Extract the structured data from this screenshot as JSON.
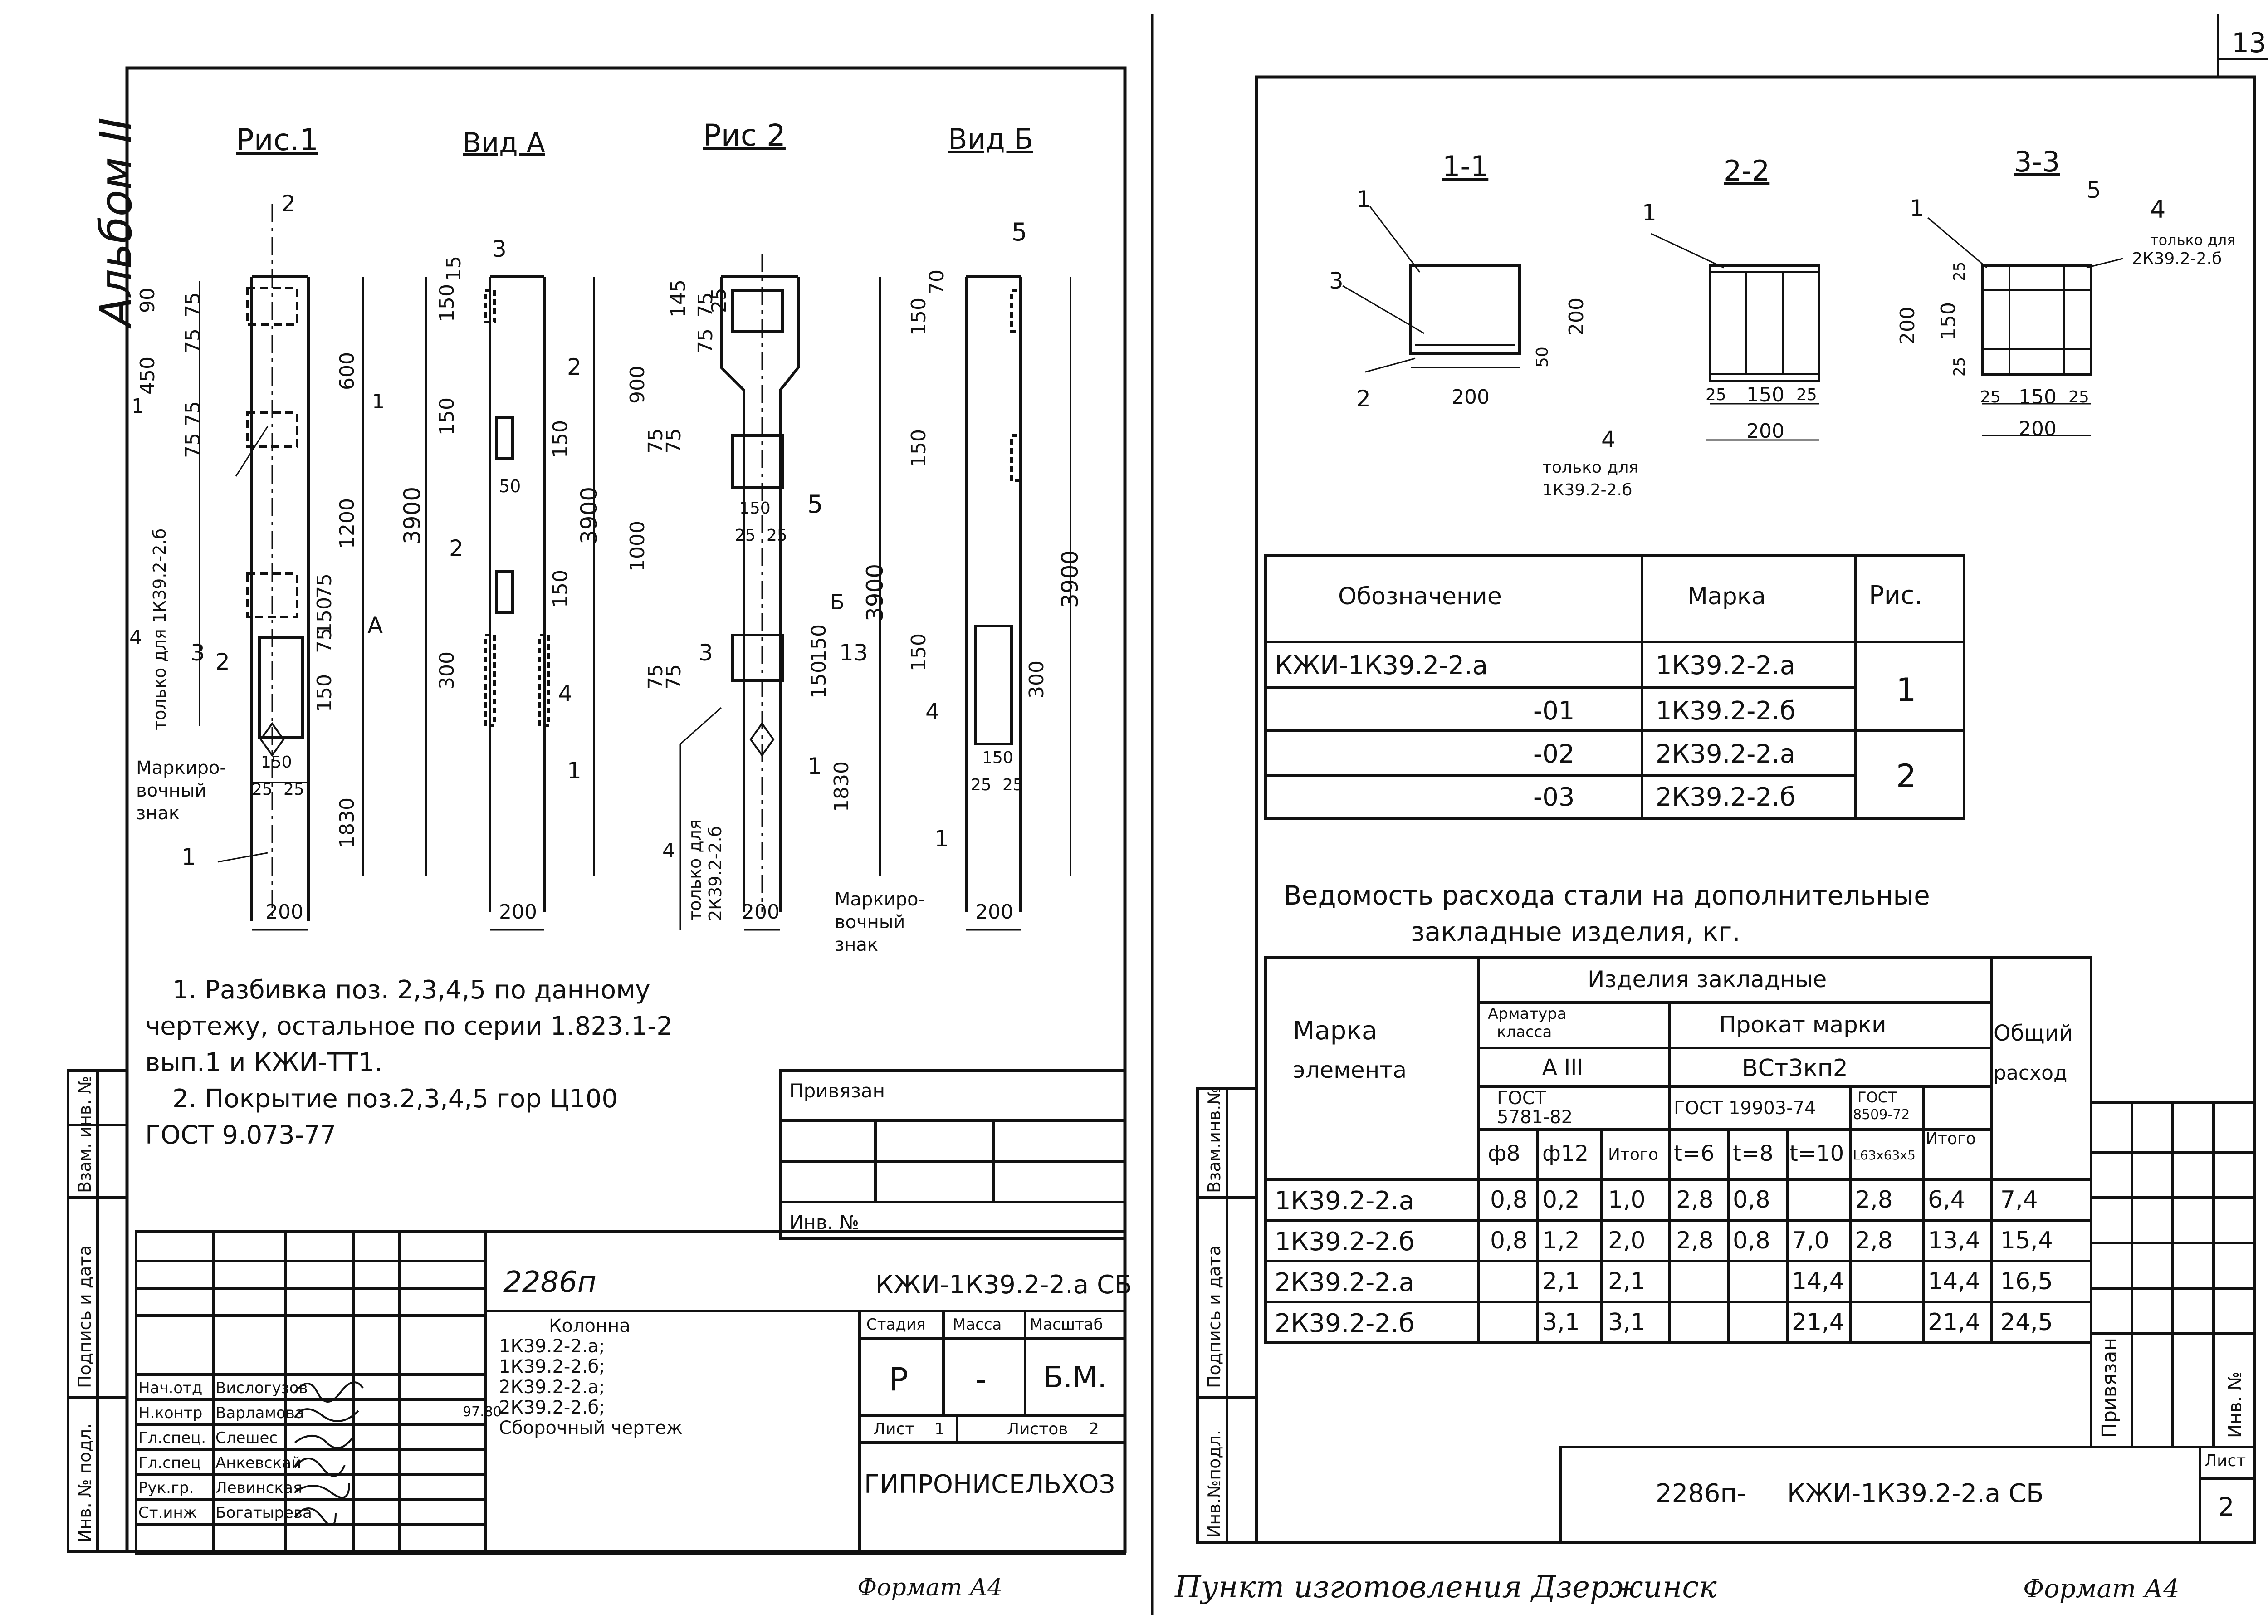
{
  "sheet_number": "13",
  "album_label": "Альбом II",
  "left_sheet": {
    "figure_titles": [
      "Рис.1",
      "Вид А",
      "Рис 2",
      "Вид Б"
    ],
    "fig1": {
      "dims": [
        "90",
        "75",
        "75",
        "450",
        "75",
        "75",
        "1200",
        "600",
        "3900",
        "75",
        "150",
        "75",
        "150",
        "1830",
        "150",
        "25",
        "25",
        "200"
      ],
      "callouts": [
        "2",
        "3",
        "2",
        "1",
        "4",
        "1",
        "1",
        "А"
      ],
      "note_vertical": "только для 1К39.2-2.б",
      "marker_label": [
        "Маркиро-",
        "вочный",
        "знак"
      ]
    },
    "vidA": {
      "dims": [
        "15",
        "150",
        "150",
        "150",
        "50",
        "150",
        "3900",
        "300",
        "200"
      ],
      "callouts": [
        "3",
        "2",
        "2",
        "4",
        "1"
      ]
    },
    "fig2": {
      "dims": [
        "145",
        "75",
        "75",
        "25",
        "900",
        "75",
        "75",
        "150",
        "25",
        "25",
        "1000",
        "75",
        "75",
        "150",
        "150",
        "3900",
        "1830",
        "200"
      ],
      "callouts": [
        "5",
        "3",
        "1",
        "13",
        "Б",
        "4"
      ],
      "note_vertical": [
        "только для",
        "2К39.2-2.б"
      ],
      "marker_label": [
        "Маркиро-",
        "вочный",
        "знак"
      ]
    },
    "vidB": {
      "dims": [
        "70",
        "150",
        "150",
        "150",
        "3900",
        "300",
        "150",
        "25",
        "25",
        "200"
      ],
      "callouts": [
        "5",
        "4",
        "1"
      ]
    },
    "notes": [
      "1. Разбивка поз. 2,3,4,5 по данному",
      "чертежу, остальное по серии 1.823.1-2",
      "вып.1 и КЖИ-ТТ1.",
      "2. Покрытие поз.2,3,4,5 гор Ц100",
      "ГОСТ 9.073-77"
    ],
    "stamp_side": {
      "col1": "Инв. № подл.",
      "col2": "Подпись и дата",
      "col3": "Взам. инв. №"
    },
    "privyazan": {
      "title": "Привязан",
      "inv": "Инв. №"
    },
    "title_block": {
      "project": "2286п",
      "code": "КЖИ-1К39.2-2.а СБ",
      "description": [
        "Колонна",
        "1К39.2-2.а;",
        "1К39.2-2.б;",
        "2К39.2-2.а;",
        "2К39.2-2.б;",
        "Сборочный чертеж"
      ],
      "stage_header": "Стадия",
      "mass_header": "Масса",
      "scale_header": "Масштаб",
      "stage": "Р",
      "mass": "-",
      "scale": "Б.М.",
      "sheet": "Лист",
      "sheet_no": "1",
      "sheets": "Листов",
      "sheets_total": "2",
      "org": "ГИПРОНИСЕЛЬХОЗ",
      "date": "97.80",
      "staff": [
        {
          "role": "Нач.отд",
          "name": "Вислогузов"
        },
        {
          "role": "Н.контр",
          "name": "Варламова"
        },
        {
          "role": "Гл.спец.",
          "name": "Слешес"
        },
        {
          "role": "Гл.спец",
          "name": "Анкевскай"
        },
        {
          "role": "Рук.гр.",
          "name": "Левинская"
        },
        {
          "role": "Ст.инж",
          "name": "Богатырева"
        }
      ]
    },
    "format": "Формат А4"
  },
  "right_sheet": {
    "section_titles": [
      "1-1",
      "2-2",
      "3-3"
    ],
    "sec1": {
      "dims": [
        "200",
        "50",
        "200"
      ],
      "callouts": [
        "1",
        "3",
        "2"
      ]
    },
    "sec2": {
      "dims": [
        "25",
        "150",
        "25",
        "200"
      ],
      "callouts": [
        "1",
        "4"
      ],
      "note": [
        "только для",
        "1К39.2-2.б"
      ]
    },
    "sec3": {
      "dims": [
        "25",
        "150",
        "25",
        "200",
        "25",
        "150",
        "25",
        "200"
      ],
      "callouts": [
        "1",
        "5",
        "4"
      ],
      "note": [
        "только для",
        "2К39.2-2.б"
      ]
    },
    "marks_table": {
      "headers": [
        "Обозначение",
        "Марка",
        "Рис."
      ],
      "rows": [
        {
          "designation": "КЖИ-1К39.2-2.а",
          "mark": "1К39.2-2.а",
          "fig": "1"
        },
        {
          "designation": "-01",
          "mark": "1К39.2-2.б",
          "fig": ""
        },
        {
          "designation": "-02",
          "mark": "2К39.2-2.а",
          "fig": "2"
        },
        {
          "designation": "-03",
          "mark": "2К39.2-2.б",
          "fig": ""
        }
      ]
    },
    "steel_title": [
      "Ведомость расхода стали на дополнительные",
      "закладные изделия, кг."
    ],
    "steel_table": {
      "h_mark": [
        "Марка",
        "элемента"
      ],
      "h_products": "Изделия закладные",
      "h_rebar": [
        "Арматура",
        "класса"
      ],
      "h_rebar_class": "А III",
      "h_rebar_gost": [
        "ГОСТ",
        "5781-82"
      ],
      "h_rolled": "Прокат марки",
      "h_rolled_grade": "ВСт3кп2",
      "h_gost1": "ГОСТ 19903-74",
      "h_gost2": [
        "ГОСТ",
        "8509-72"
      ],
      "h_total_all": [
        "Общий",
        "расход"
      ],
      "sub": [
        "ф8",
        "ф12",
        "Итого",
        "t=6",
        "t=8",
        "t=10",
        "L63х63х5",
        "Итого"
      ],
      "rows": [
        [
          "1К39.2-2.а",
          "0,8",
          "0,2",
          "1,0",
          "2,8",
          "0,8",
          "",
          "2,8",
          "6,4",
          "7,4"
        ],
        [
          "1К39.2-2.б",
          "0,8",
          "1,2",
          "2,0",
          "2,8",
          "0,8",
          "7,0",
          "2,8",
          "13,4",
          "15,4"
        ],
        [
          "2К39.2-2.а",
          "",
          "2,1",
          "2,1",
          "",
          "",
          "14,4",
          "",
          "14,4",
          "16,5"
        ],
        [
          "2К39.2-2.б",
          "",
          "3,1",
          "3,1",
          "",
          "",
          "21,4",
          "",
          "21,4",
          "24,5"
        ]
      ]
    },
    "stamp_side": {
      "col1": "Инв.№подл.",
      "col2": "Подпись и дата",
      "col3": "Взам.инв.№"
    },
    "privyazan": "Привязан",
    "inv_no": "Инв. №",
    "title_block": {
      "code_prefix": "2286п-",
      "code": "КЖИ-1К39.2-2.а СБ",
      "sheet": "Лист",
      "sheet_no": "2"
    },
    "footer_note": "Пункт изготовления Дзержинск",
    "format": "Формат А4"
  }
}
